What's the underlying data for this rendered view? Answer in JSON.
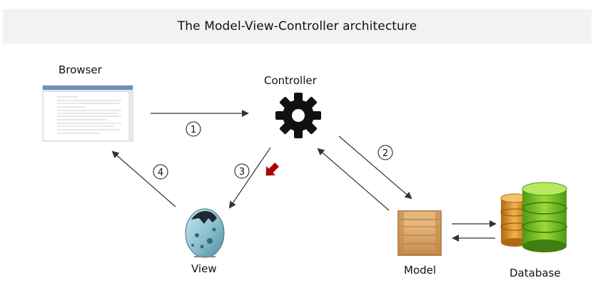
{
  "title": "The Model-View-Controller architecture",
  "nodes": {
    "browser": {
      "label": "Browser",
      "icon": "browser-window-icon"
    },
    "controller": {
      "label": "Controller",
      "icon": "gear-icon"
    },
    "view": {
      "label": "View",
      "icon": "egg-icon"
    },
    "model": {
      "label": "Model",
      "icon": "wooden-crate-icon"
    },
    "database": {
      "label": "Database",
      "icon": "database-cylinders-icon"
    }
  },
  "steps": [
    "1",
    "2",
    "3",
    "4"
  ],
  "colors": {
    "title_bg": "#f2f2f2",
    "arrow": "#333333",
    "highlight_arrow": "#b00000",
    "gear": "#111111",
    "db_green": "#7cc320",
    "db_orange": "#e3941c",
    "crate": "#d9a66b",
    "egg": "#8fc3d2"
  }
}
